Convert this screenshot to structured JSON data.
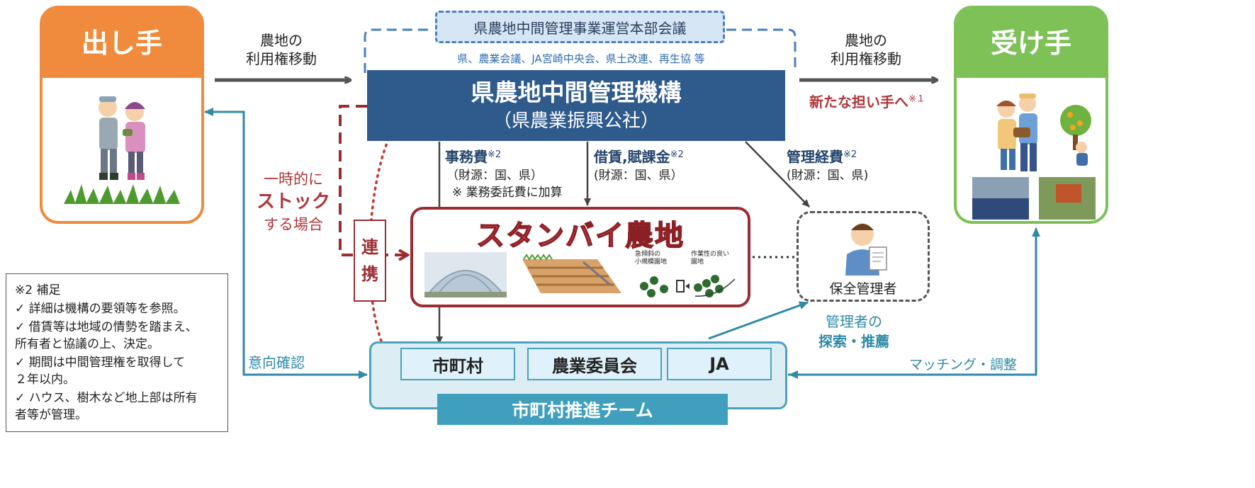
{
  "giver": {
    "title": "出し手",
    "header_color": "#f08a3c"
  },
  "receiver": {
    "title": "受け手",
    "header_color": "#7dc157"
  },
  "transfer_left": {
    "line1": "農地の",
    "line2": "利用権移動"
  },
  "transfer_right": {
    "line1": "農地の",
    "line2": "利用権移動"
  },
  "council": {
    "title": "県農地中間管理事業運営本部会議",
    "members": "県、農業会議、JA宮崎中央会、県土改連、再生協 等"
  },
  "organization": {
    "name": "県農地中間管理機構",
    "sub": "（県農業振興公社）",
    "color": "#2e5a8c"
  },
  "new_bearer": {
    "text": "新たな担い手へ",
    "mark": "※１"
  },
  "funds": {
    "office": {
      "label": "事務費",
      "mark": "※2",
      "source": "（財源：国、県）",
      "note": "※ 業務委託費に加算"
    },
    "lease": {
      "label": "借賃,賦課金",
      "mark": "※2",
      "source": "(財源：国、県）"
    },
    "management": {
      "label": "管理経費",
      "mark": "※2",
      "source": "(財源：国、県)"
    }
  },
  "stock": {
    "line1": "一時的に",
    "line2": "ストック",
    "line3": "する場合"
  },
  "standby": {
    "title": "スタンバイ農地",
    "slope_label_1": "急傾斜の",
    "slope_label_2": "小規模園地",
    "good_label_1": "作業性の良い",
    "good_label_2": "園地"
  },
  "cooperation": {
    "text1": "連",
    "text2": "携"
  },
  "conservation": {
    "label": "保全管理者"
  },
  "manager_search": {
    "line1": "管理者の",
    "line2": "探索・推薦"
  },
  "intention": "意向確認",
  "matching": "マッチング・調整",
  "team": {
    "members": [
      "市町村",
      "農業委員会",
      "JA"
    ],
    "name": "市町村推進チーム"
  },
  "notes": {
    "title": "※2 補足",
    "items": [
      "✓  詳細は機構の要領等を参照。",
      "✓  借賃等は地域の情勢を踏まえ、",
      "     所有者と協議の上、決定。",
      "✓  期間は中間管理権を取得して",
      "       ２年以内。",
      "✓  ハウス、樹木など地上部は所有",
      "     者等が管理。"
    ]
  },
  "colors": {
    "teal": "#2f8aa5",
    "dark_red": "#9b2d31",
    "navy": "#2e5a8c"
  }
}
